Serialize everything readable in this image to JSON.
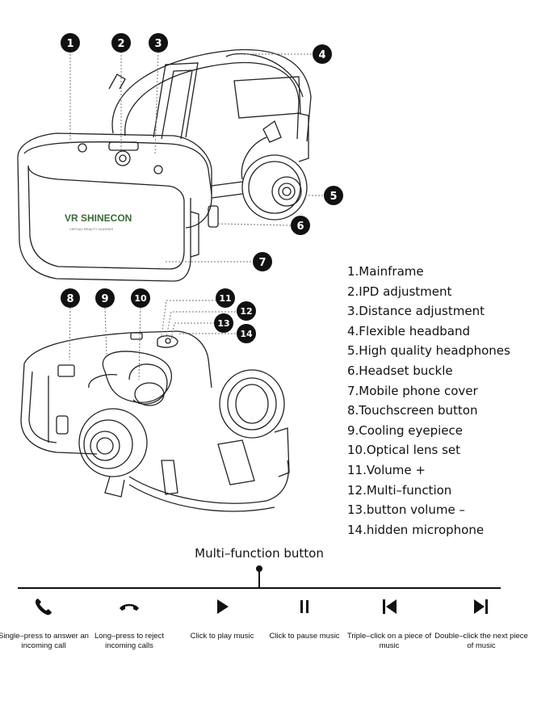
{
  "callouts": [
    "1",
    "2",
    "3",
    "4",
    "5",
    "6",
    "7",
    "8",
    "9",
    "10",
    "11",
    "12",
    "13",
    "14"
  ],
  "logo": {
    "brand": "VR SHINECON",
    "subtitle": "VIRTUAL REALITY GLASSES"
  },
  "legend": [
    "1.Mainframe",
    "2.IPD adjustment",
    "3.Distance adjustment",
    "4.Flexible headband",
    "5.High quality headphones",
    "6.Headset buckle",
    "7.Mobile phone cover",
    "8.Touchscreen button",
    "9.Cooling eyepiece",
    "10.Optical lens set",
    "11.Volume +",
    "12.Multi–function",
    "13.button volume –",
    "14.hidden microphone"
  ],
  "multifunction": {
    "title": "Multi–function button",
    "items": [
      {
        "icon": "phone-answer-icon",
        "desc": "Single–press to answer an incoming call"
      },
      {
        "icon": "phone-hangup-icon",
        "desc": "Long–press to reject incoming calls"
      },
      {
        "icon": "play-icon",
        "desc": "Click to play music"
      },
      {
        "icon": "pause-icon",
        "desc": "Click to pause music"
      },
      {
        "icon": "previous-track-icon",
        "desc": "Triple–click on a piece of music"
      },
      {
        "icon": "next-track-icon",
        "desc": "Double–click the next piece of music"
      }
    ]
  }
}
